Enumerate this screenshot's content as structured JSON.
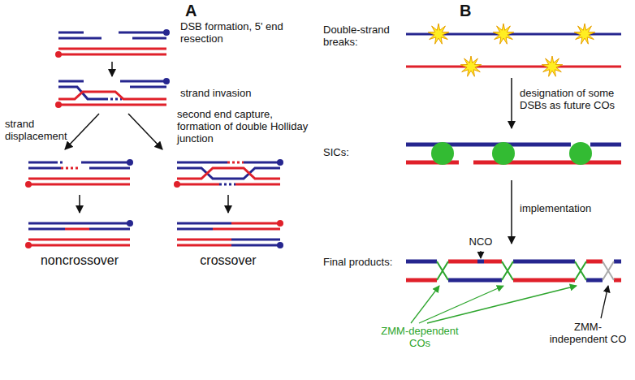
{
  "diagram": {
    "labels": [
      "A",
      "DSB formation, 5' end resection",
      "strand invasion",
      "strand displacement",
      "second end capture, formation of double Holliday junction",
      "noncrossover",
      "crossover",
      "B",
      "Double-strand breaks:",
      "designation of some DSBs as future COs",
      "SICs:",
      "implementation",
      "Final products:",
      "NCO",
      "ZMM-dependent COs",
      "ZMM-independent CO"
    ]
  }
}
